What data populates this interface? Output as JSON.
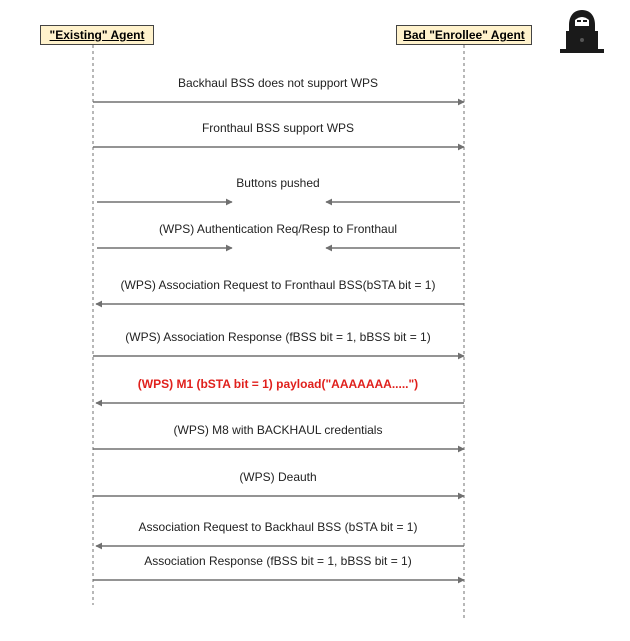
{
  "actors": {
    "left": "\"Existing\" Agent",
    "right": "Bad \"Enrollee\" Agent"
  },
  "icons": {
    "attacker": "hacker-icon"
  },
  "colors": {
    "actor_fill": "#fff2cc",
    "arrow": "#707070",
    "highlight": "#e0201c"
  },
  "messages": [
    {
      "label": "Backhaul BSS does not support WPS",
      "direction": "right"
    },
    {
      "label": "Fronthaul BSS support WPS",
      "direction": "right"
    },
    {
      "label": "Buttons pushed",
      "direction": "both"
    },
    {
      "label": "(WPS) Authentication Req/Resp to Fronthaul",
      "direction": "both"
    },
    {
      "label": "(WPS) Association Request to Fronthaul BSS(bSTA bit = 1)",
      "direction": "left"
    },
    {
      "label": "(WPS) Association Response (fBSS bit = 1, bBSS bit = 1)",
      "direction": "right"
    },
    {
      "label": "(WPS) M1 (bSTA bit = 1) payload(\"AAAAAAA.....\")",
      "direction": "left",
      "highlight": true
    },
    {
      "label": "(WPS) M8 with BACKHAUL credentials",
      "direction": "right"
    },
    {
      "label": "(WPS) Deauth",
      "direction": "right"
    },
    {
      "label": "Association Request to Backhaul BSS (bSTA bit = 1)",
      "direction": "left"
    },
    {
      "label": "Association Response (fBSS bit = 1, bBSS bit = 1)",
      "direction": "right"
    }
  ]
}
